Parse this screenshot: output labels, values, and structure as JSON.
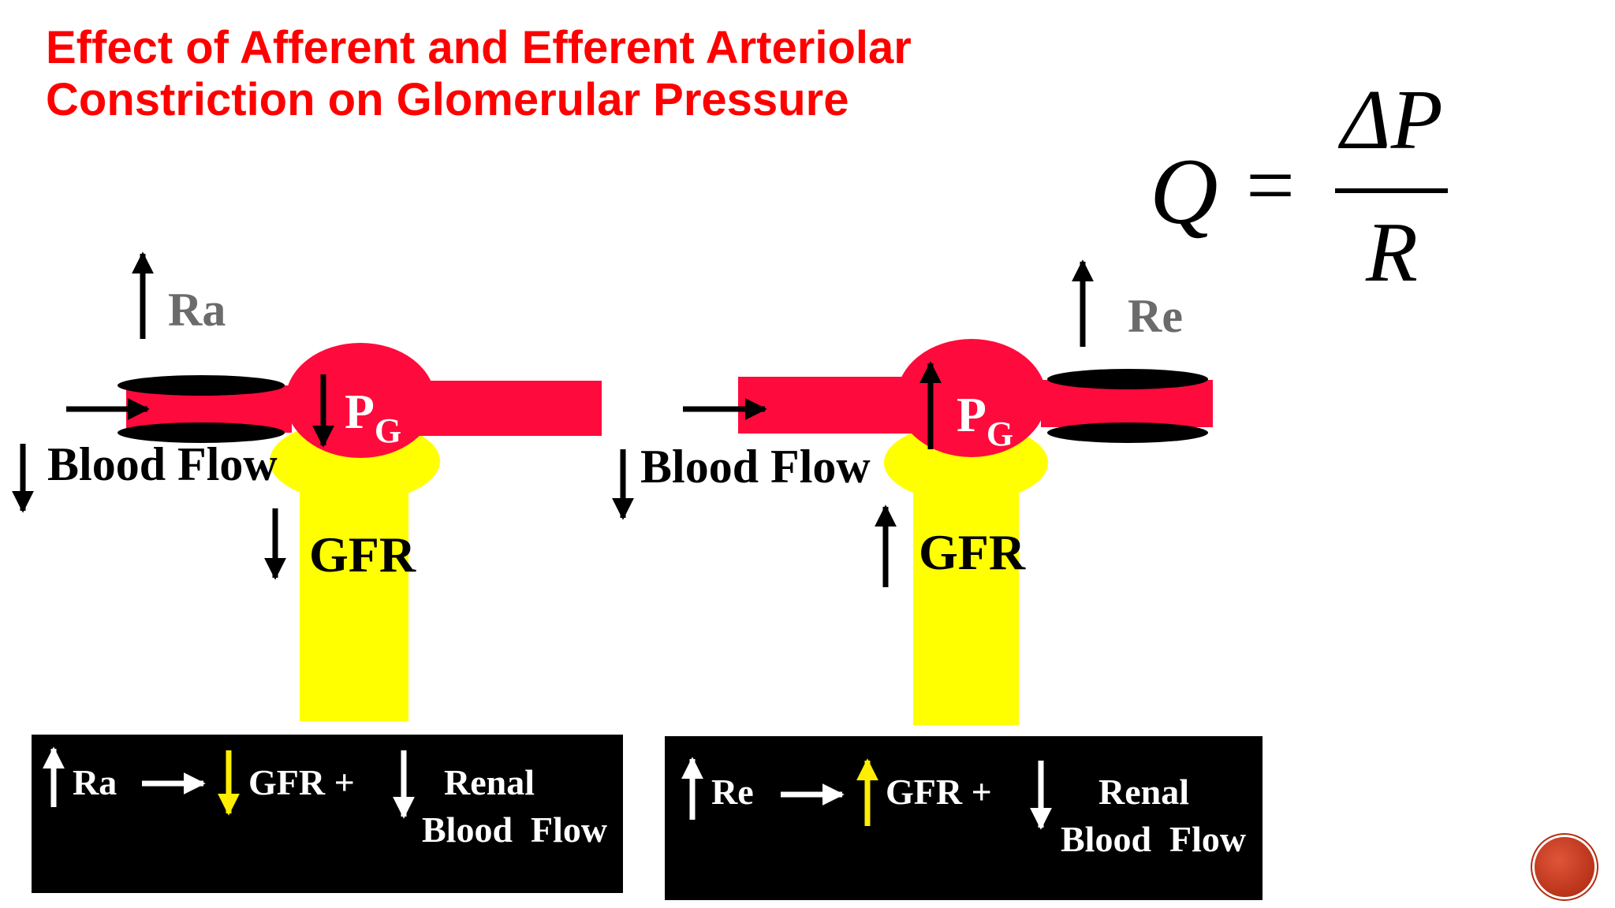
{
  "title": {
    "line1": "Effect of Afferent and Efferent Arteriolar",
    "line2": "Constriction on Glomerular Pressure"
  },
  "formula": {
    "lhs": "Q",
    "equals": "=",
    "numerator": "ΔP",
    "denominator": "R"
  },
  "left_panel": {
    "resistance_label": "Ra",
    "pressure_label": "P",
    "pressure_subscript": "G",
    "blood_flow_label": "Blood Flow",
    "gfr_label": "GFR",
    "summary": {
      "resistance": "Ra",
      "gfr": "GFR +",
      "renal": "Renal",
      "blood_flow": "Blood  Flow"
    }
  },
  "right_panel": {
    "resistance_label": "Re",
    "pressure_label": "P",
    "pressure_subscript": "G",
    "blood_flow_label": "Blood Flow",
    "gfr_label": "GFR",
    "summary": {
      "resistance": "Re",
      "gfr": "GFR +",
      "renal": "Renal",
      "blood_flow": "Blood  Flow"
    }
  },
  "colors": {
    "title": "#ff0000",
    "vessel": "#ff0a3c",
    "tubule": "#ffff00",
    "constriction": "#000000",
    "label_gray": "#6b6b6b",
    "summary_box": "#000000",
    "summary_text": "#ffffff",
    "highlight_arrow": "#ffee00",
    "nav_button": "#c0300e"
  }
}
